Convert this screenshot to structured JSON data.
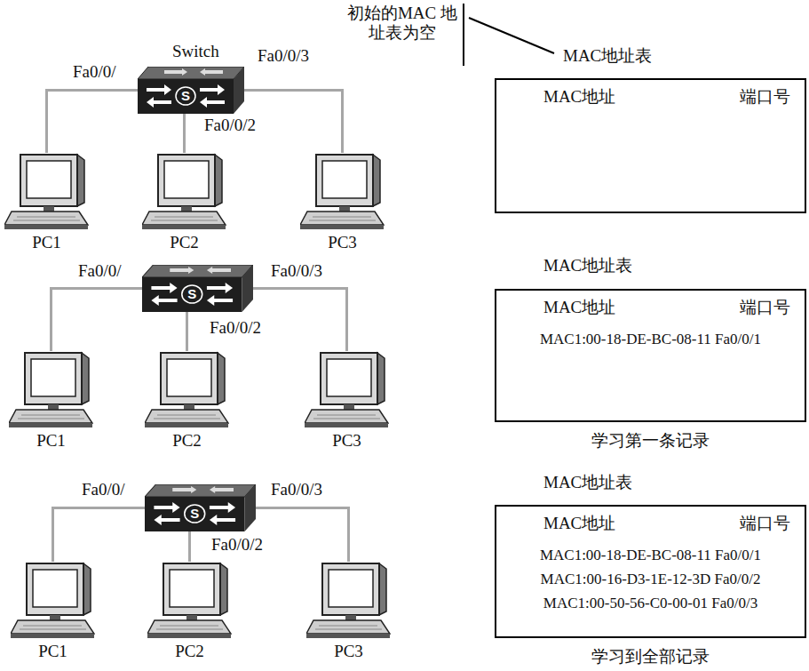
{
  "diagram": {
    "nodes": [
      {
        "text": [
          "Switch",
          "S"
        ]
      },
      {
        "text": [
          "PC1"
        ]
      },
      {
        "text": [
          "PC2"
        ]
      },
      {
        "text": [
          "PC3"
        ]
      },
      {
        "text": [
          "MAC地址表",
          "MAC地址",
          "端口号"
        ]
      },
      {
        "text": [
          "S"
        ]
      },
      {
        "text": [
          "PC1"
        ]
      },
      {
        "text": [
          "PC2"
        ]
      },
      {
        "text": [
          "PC3"
        ]
      },
      {
        "text": [
          "MAC地址表",
          "MAC地址",
          "端口号",
          "MAC1:00-18-DE-BC-08-11 Fa0/0/1",
          "学习第一条记录"
        ]
      },
      {
        "text": [
          "S"
        ]
      },
      {
        "text": [
          "PC1"
        ]
      },
      {
        "text": [
          "PC2"
        ]
      },
      {
        "text": [
          "PC3"
        ]
      },
      {
        "text": [
          "MAC地址表",
          "MAC地址",
          "端口号",
          "MAC1:00-18-DE-BC-08-11 Fa0/0/1",
          "MAC1:00-16-D3-1E-12-3D Fa0/0/2",
          "MAC1:00-50-56-C0-00-01 Fa0/0/3",
          "学习到全部记录"
        ]
      }
    ],
    "edges": [
      {
        "from": 0,
        "to": 1,
        "label": "Fa0/0/",
        "arrow": "none"
      },
      {
        "from": 0,
        "to": 2,
        "label": "Fa0/0/2",
        "arrow": "none"
      },
      {
        "from": 0,
        "to": 3,
        "label": "Fa0/0/3",
        "arrow": "none"
      },
      {
        "from": 5,
        "to": 6,
        "label": "Fa0/0/",
        "arrow": "none"
      },
      {
        "from": 5,
        "to": 7,
        "label": "Fa0/0/2",
        "arrow": "none"
      },
      {
        "from": 5,
        "to": 8,
        "label": "Fa0/0/3",
        "arrow": "none"
      },
      {
        "from": 10,
        "to": 11,
        "label": "Fa0/0/",
        "arrow": "none"
      },
      {
        "from": 10,
        "to": 12,
        "label": "Fa0/0/2",
        "arrow": "none"
      },
      {
        "from": 10,
        "to": 13,
        "label": "Fa0/0/3",
        "arrow": "none"
      }
    ],
    "labels": [
      "初始的MAC 地址表为空"
    ]
  }
}
